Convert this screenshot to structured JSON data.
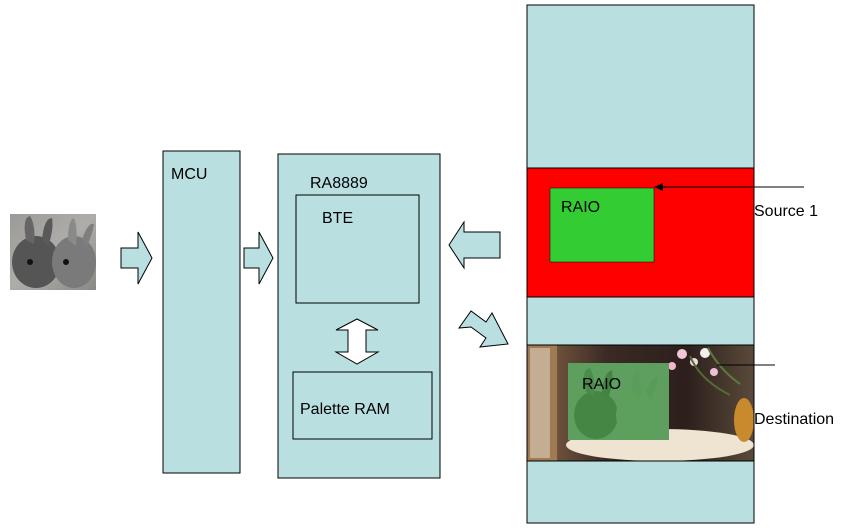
{
  "labels": {
    "mcu": "MCU",
    "ra8889": "RA8889",
    "bte": "BTE",
    "palette_ram": "Palette RAM",
    "raio_source": "RAIO",
    "raio_destination": "RAIO",
    "source_label": "Source 1",
    "destination_label": "Destination"
  },
  "icons": {
    "input_image": "rabbits-photo",
    "destination_background": "flowers-photo",
    "destination_overlay": "rabbits-photo"
  },
  "colors": {
    "block_fill": "#b9dfe1",
    "source_fill": "#ff0000",
    "raio_fill": "#33cc33",
    "stroke": "#000000"
  }
}
